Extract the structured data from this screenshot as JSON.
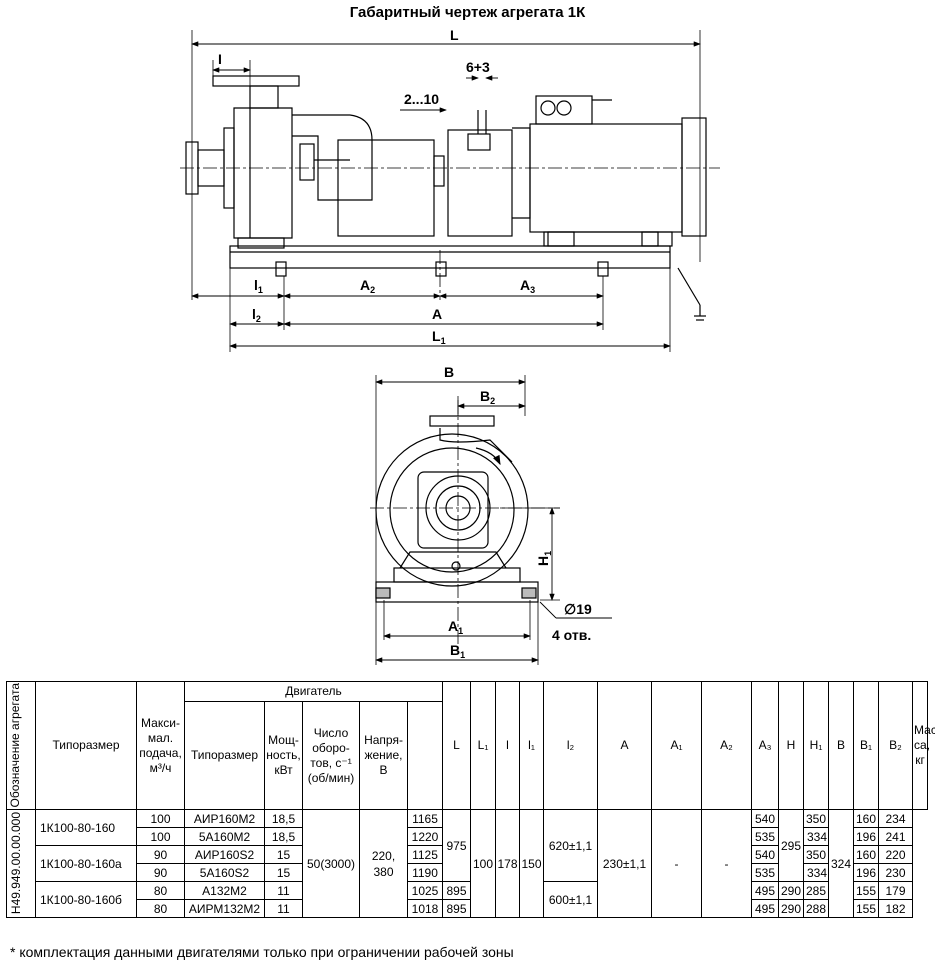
{
  "title": "Габаритный чертеж агрегата 1К",
  "dims": {
    "L": "L",
    "I": "I",
    "six_plus_three": "6+3",
    "two_ten": "2...10",
    "l1": "l",
    "l1_sub": "1",
    "A2": "A",
    "A2_sub": "2",
    "A3": "A",
    "A3_sub": "3",
    "l2": "l",
    "l2_sub": "2",
    "A": "A",
    "L1": "L",
    "L1_sub": "1",
    "B": "B",
    "B2": "B",
    "B2_sub": "2",
    "H1": "H",
    "H1_sub": "1",
    "A1": "A",
    "A1_sub": "1",
    "B1": "B",
    "B1_sub": "1",
    "hole_dia": "∅19",
    "holes": "4 отв."
  },
  "table": {
    "h_designation": "Обозначение агрегата",
    "h_type": "Типоразмер",
    "h_flow": "Макси-мал. подача, м³/ч",
    "h_motor": "Двигатель",
    "h_motor_type": "Типоразмер",
    "h_power": "Мощ-ность, кВт",
    "h_speed": "Число оборо-тов, с⁻¹ (об/мин)",
    "h_voltage": "Напря-жение, В",
    "h_L": "L",
    "h_L1": "L₁",
    "h_l": "l",
    "h_l1": "l₁",
    "h_l2": "l₂",
    "h_A": "A",
    "h_A1": "A₁",
    "h_A2": "A₂",
    "h_A3": "A₃",
    "h_H": "H",
    "h_H1": "H₁",
    "h_B": "B",
    "h_B1": "B₁",
    "h_B2": "B₂",
    "h_mass": "Мас-са, кг",
    "designation": "Н49.949.00.00.000",
    "speed": "50(3000)",
    "voltage": "220, 380",
    "l": "100",
    "l1": "178",
    "l2": "150",
    "A1": "230±1,1",
    "A2": "-",
    "A3": "-",
    "B1": "324",
    "H1_shared": "295",
    "rows": [
      {
        "type": "1К100-80-160",
        "flow": "100",
        "motor": "АИР160М2",
        "power": "18,5",
        "L": "1165",
        "H": "540",
        "B": "350",
        "B2": "160",
        "mass": "234"
      },
      {
        "type": "",
        "flow": "100",
        "motor": "5А160М2",
        "power": "18,5",
        "L": "1220",
        "H": "535",
        "B": "334",
        "B2": "196",
        "mass": "241"
      },
      {
        "type": "1К100-80-160а",
        "flow": "90",
        "motor": "АИР160S2",
        "power": "15",
        "L": "1125",
        "H": "540",
        "B": "350",
        "B2": "160",
        "mass": "220"
      },
      {
        "type": "",
        "flow": "90",
        "motor": "5А160S2",
        "power": "15",
        "L": "1190",
        "H": "535",
        "B": "334",
        "B2": "196",
        "mass": "230"
      },
      {
        "type": "1К100-80-160б",
        "flow": "80",
        "motor": "А132М2",
        "power": "11",
        "L": "1025",
        "L1": "895",
        "A": "600±1,1",
        "H": "495",
        "H1": "290",
        "B": "285",
        "B2": "155",
        "mass": "179"
      },
      {
        "type": "",
        "flow": "80",
        "motor": "АИРМ132М2",
        "power": "11",
        "L": "1018",
        "L1": "895",
        "H": "495",
        "H1": "290",
        "B": "288",
        "B2": "155",
        "mass": "182"
      }
    ],
    "L1_top": "975",
    "A_top": "620±1,1"
  },
  "footnote": "* комплектация данными двигателями только при ограничении рабочей зоны"
}
